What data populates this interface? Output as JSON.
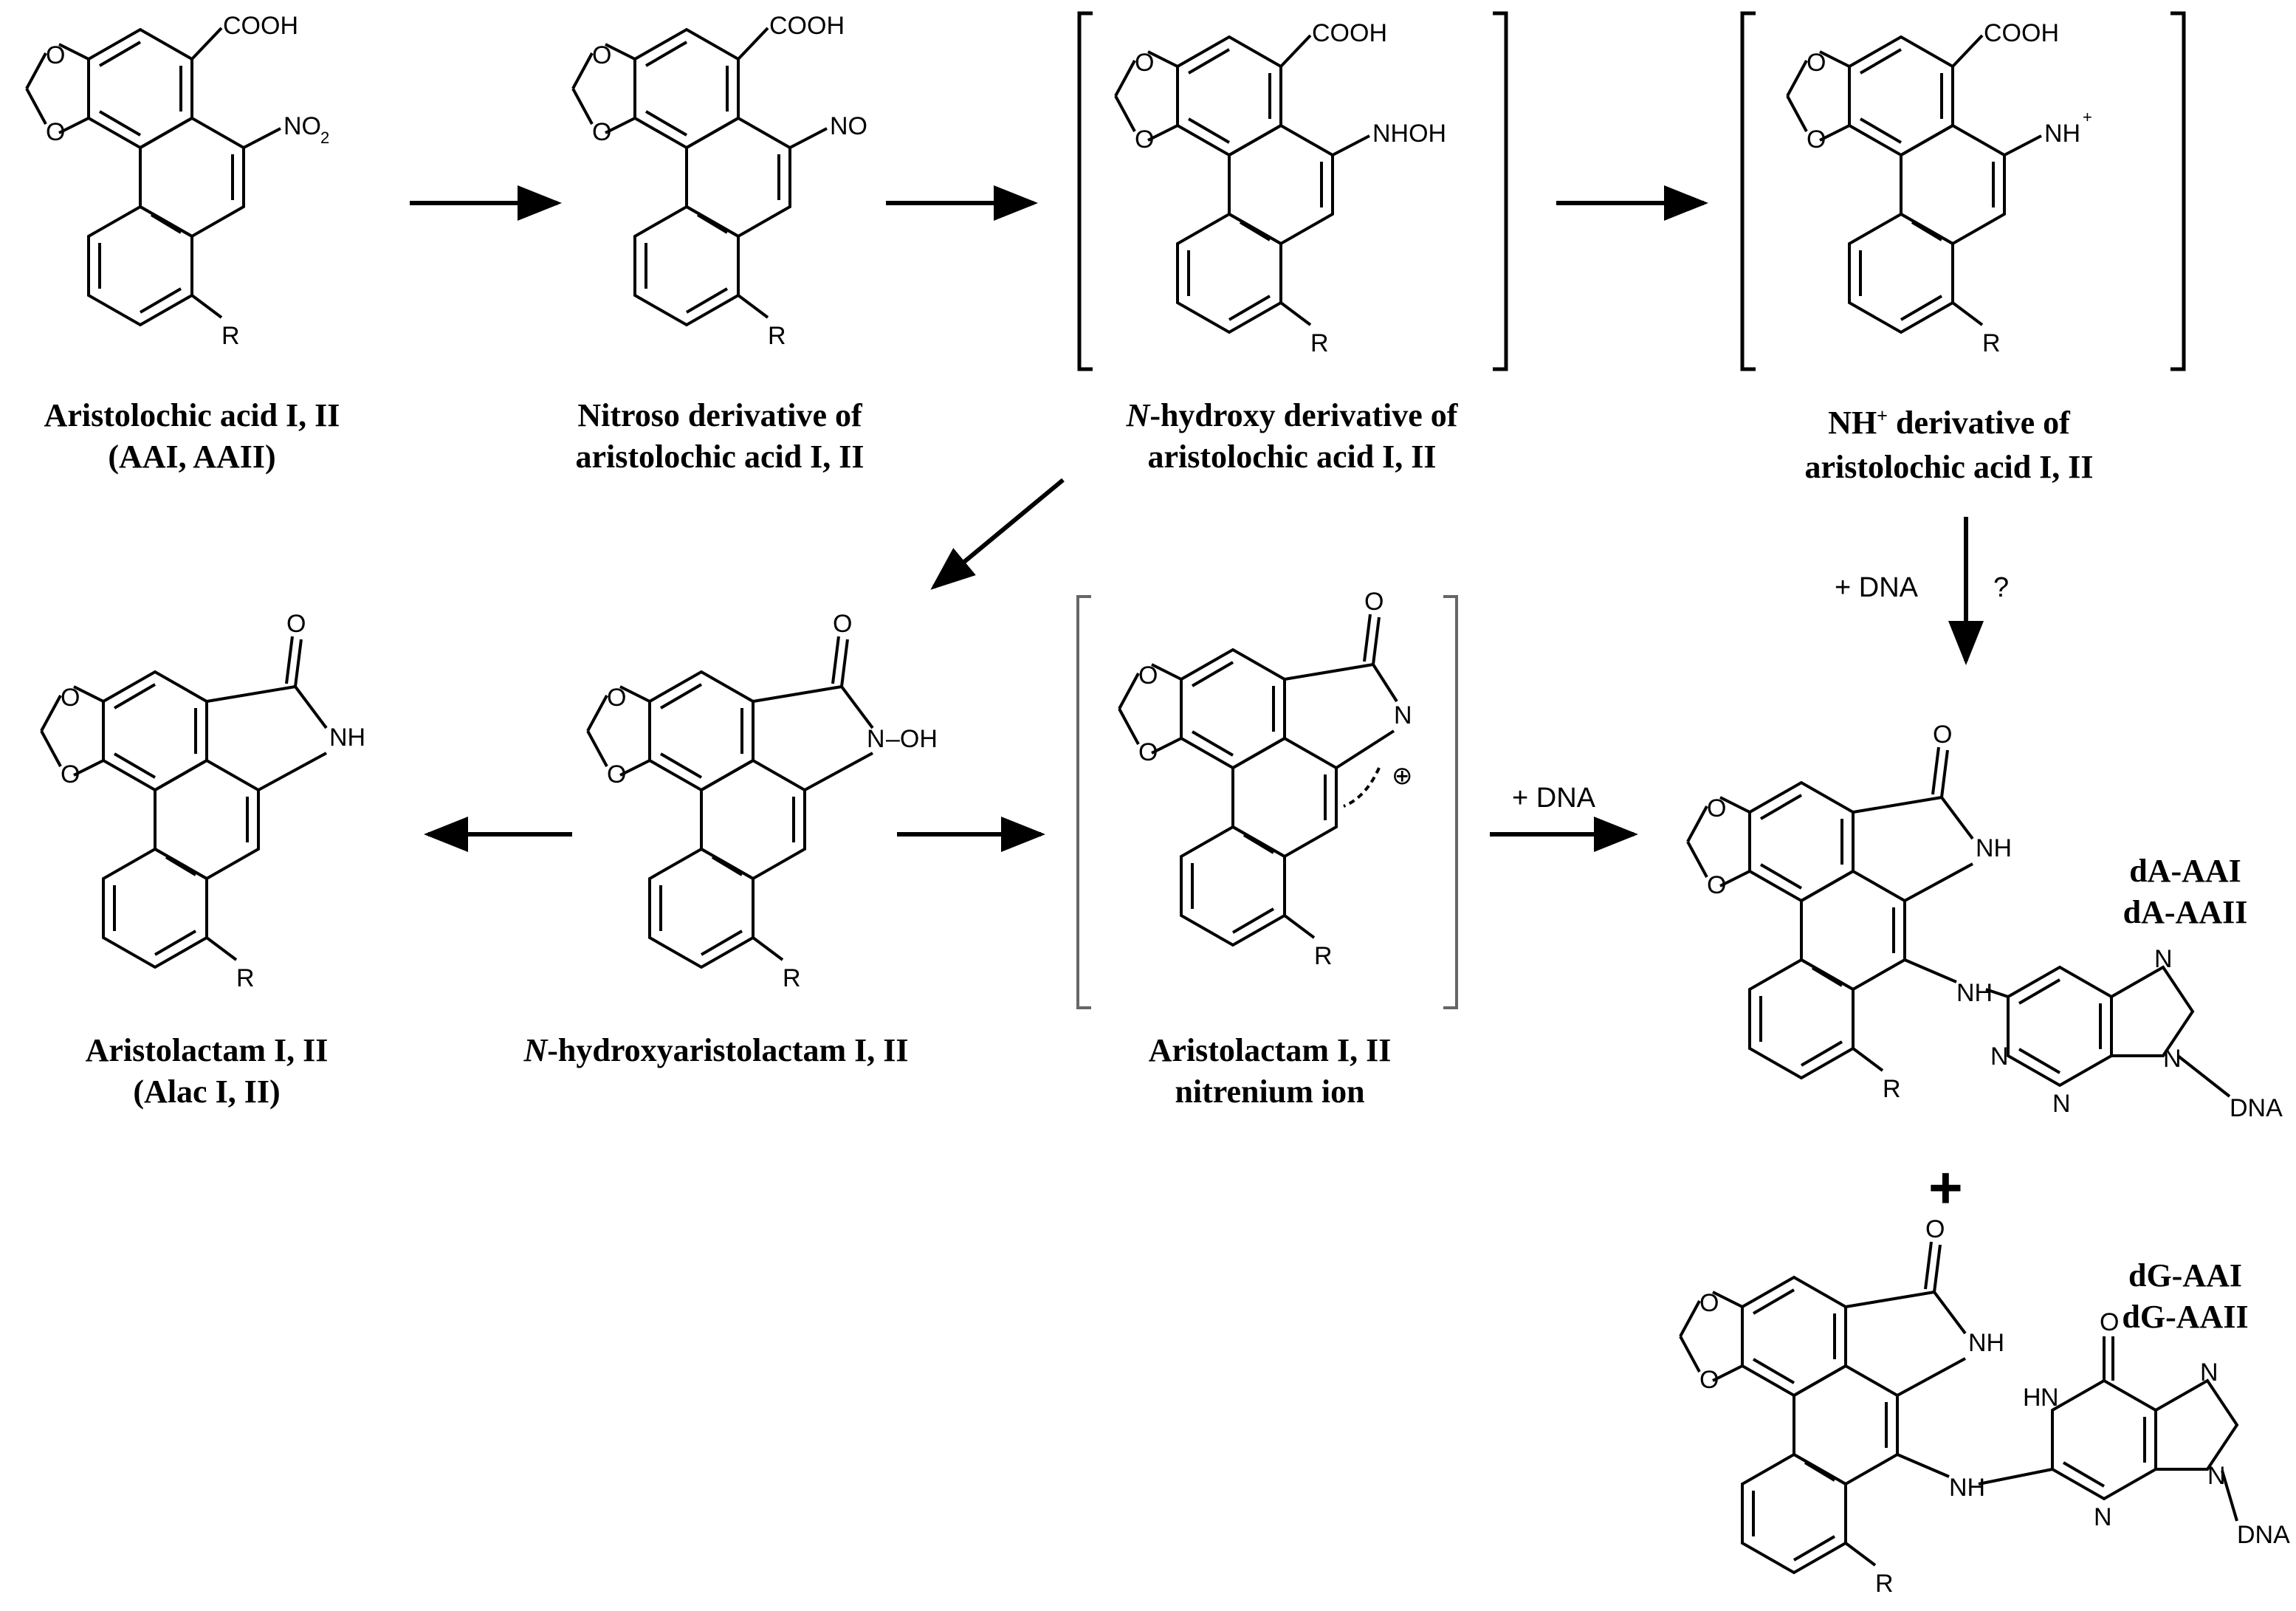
{
  "scheme": {
    "compounds": {
      "aa": {
        "line1": "Aristolochic acid I, II",
        "line2": "(AAI, AAII)"
      },
      "nitroso": {
        "line1": "Nitroso derivative of",
        "line2": "aristolochic acid I, II"
      },
      "nhydroxy": {
        "line1_italic": "N",
        "line1_rest": "-hydroxy derivative of",
        "line2": "aristolochic acid I, II"
      },
      "nhplus": {
        "line1_main": "NH",
        "line1_sup": "+",
        "line1_rest": " derivative of",
        "line2": "aristolochic acid I, II"
      },
      "aristolactam": {
        "line1": "Aristolactam I, II",
        "line2": "(Alac I, II)"
      },
      "nhydroxylactam": {
        "line1_italic": "N",
        "line1_rest": "-hydroxyaristolactam I, II"
      },
      "nitrenium": {
        "line1": "Aristolactam I, II",
        "line2": "nitrenium ion"
      }
    },
    "adducts": {
      "da": {
        "line1": "dA-AAI",
        "line2": "dA-AAII"
      },
      "dg": {
        "line1": "dG-AAI",
        "line2": "dG-AAII"
      }
    },
    "atom_labels": {
      "cooh": "COOH",
      "no2_main": "NO",
      "no2_sub": "2",
      "no": "NO",
      "nhoh": "NHOH",
      "nh": "NH",
      "nh_plus": "+",
      "r": "R",
      "o": "O",
      "n": "N",
      "n_oh": "N",
      "oh_dash": "–OH",
      "dna": "DNA",
      "h": "H",
      "charge": "⊕"
    },
    "arrow_labels": {
      "plus_dna": "+ DNA",
      "question": "?"
    },
    "plus_sign": "+"
  }
}
